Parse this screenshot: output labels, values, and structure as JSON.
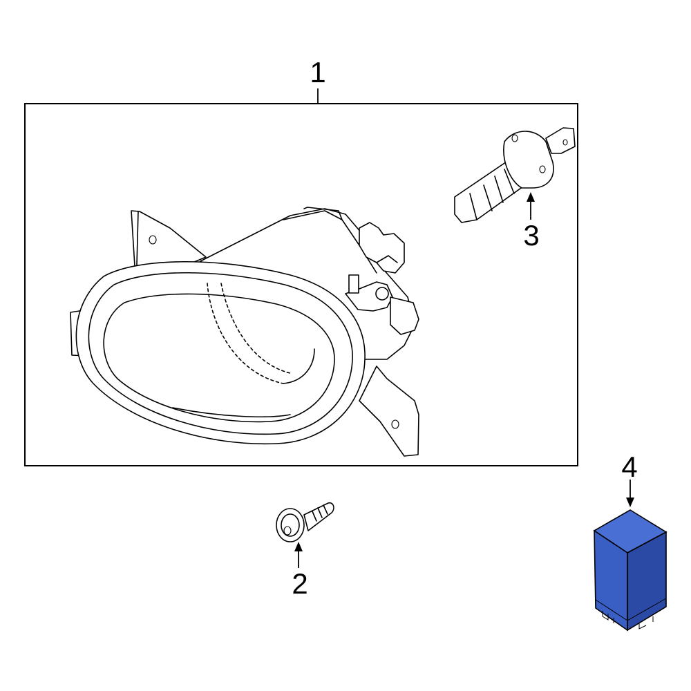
{
  "diagram": {
    "callouts": [
      {
        "id": "1",
        "label": "1"
      },
      {
        "id": "2",
        "label": "2"
      },
      {
        "id": "3",
        "label": "3"
      },
      {
        "id": "4",
        "label": "4"
      }
    ],
    "colors": {
      "line": "#000000",
      "part_highlight": "#3a5fc4",
      "part_highlight_dark": "#2b4aa6",
      "background": "#ffffff"
    }
  }
}
